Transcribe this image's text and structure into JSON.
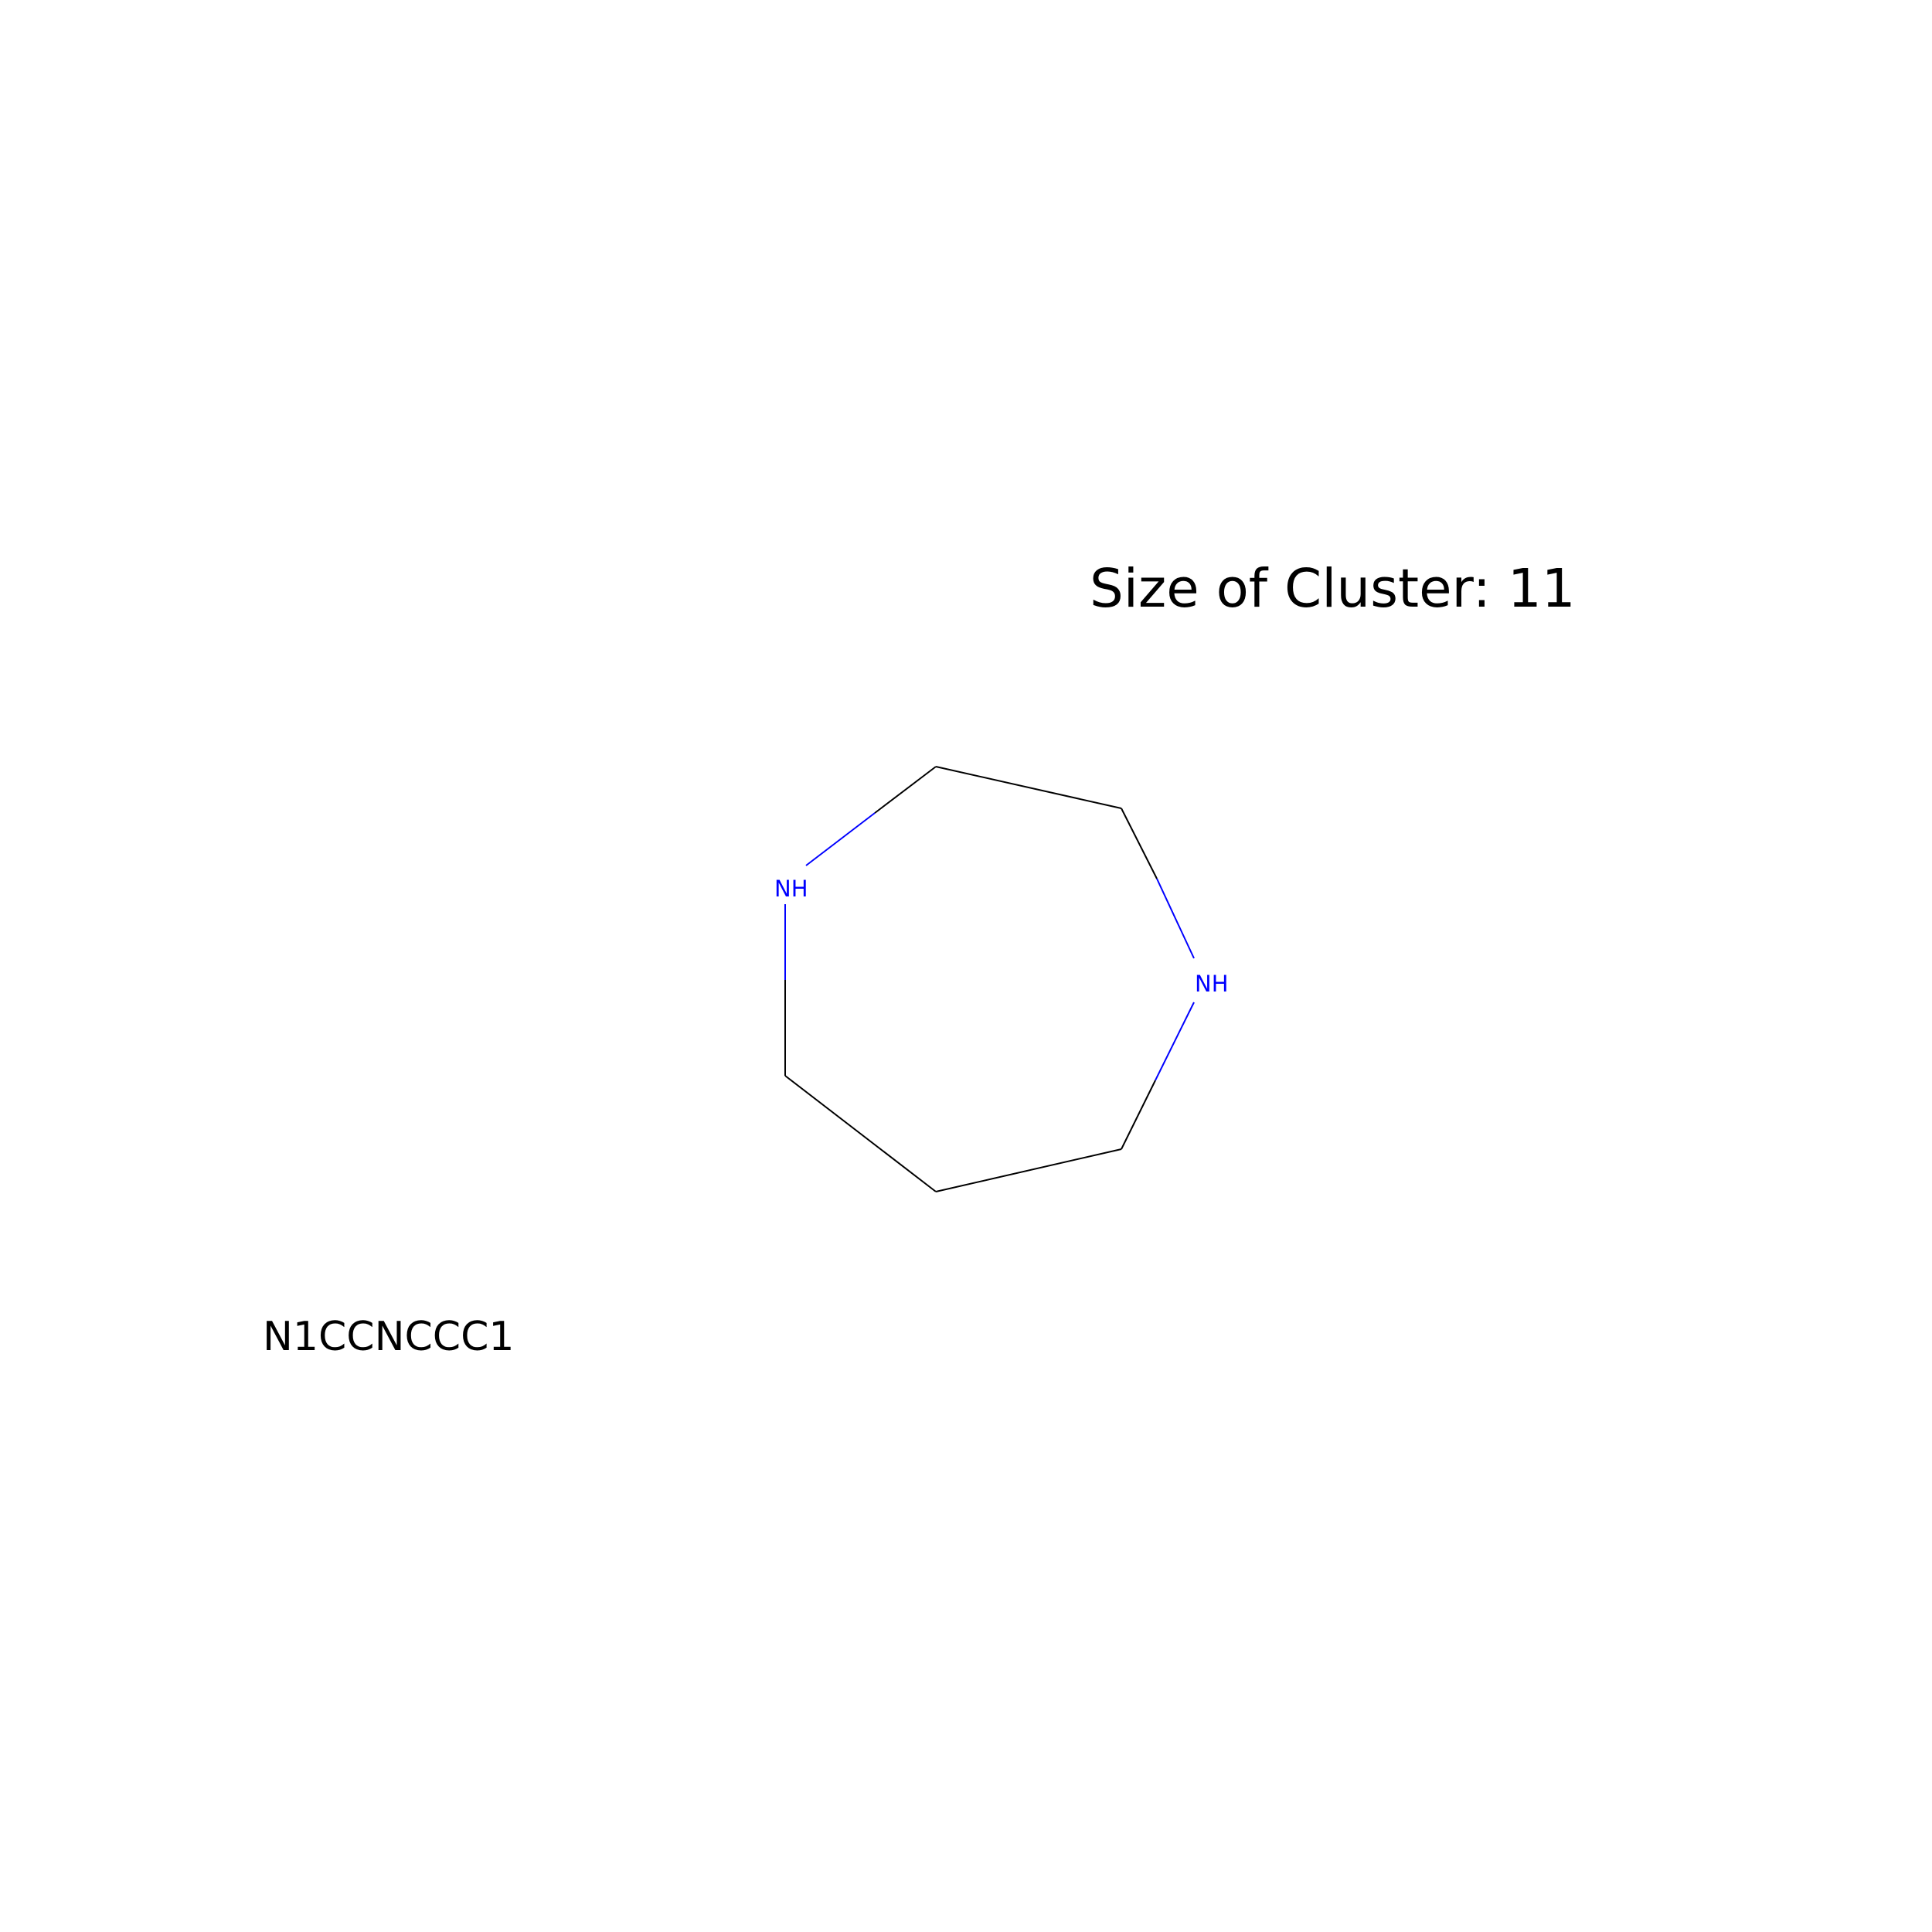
{
  "cluster_title": "Size of Cluster: 11",
  "smiles": "N1CCNCCC1",
  "molecule": {
    "atoms": [
      {
        "id": "N1",
        "label": "NH"
      },
      {
        "id": "C2",
        "label": ""
      },
      {
        "id": "C3",
        "label": ""
      },
      {
        "id": "N4",
        "label": "NH"
      },
      {
        "id": "C5",
        "label": ""
      },
      {
        "id": "C6",
        "label": ""
      },
      {
        "id": "C7",
        "label": ""
      }
    ],
    "bonds": [
      [
        "N1",
        "C2"
      ],
      [
        "C2",
        "C3"
      ],
      [
        "C3",
        "N4"
      ],
      [
        "N4",
        "C5"
      ],
      [
        "C5",
        "C6"
      ],
      [
        "C6",
        "C7"
      ],
      [
        "C7",
        "N1"
      ]
    ],
    "colors": {
      "nitrogen": "#0000ff",
      "carbon_bond": "#000000"
    }
  }
}
